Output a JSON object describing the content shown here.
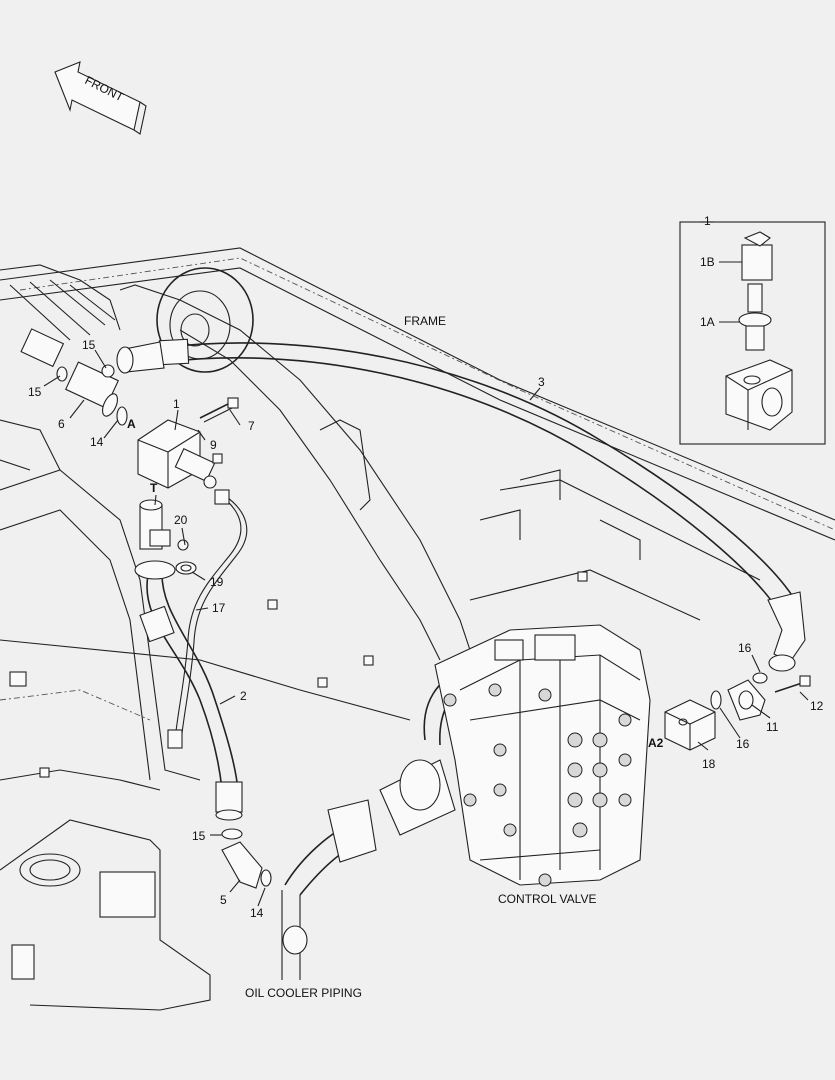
{
  "diagram": {
    "front_label": "FRONT",
    "captions": {
      "frame": "FRAME",
      "control_valve": "CONTROL VALVE",
      "oil_cooler_piping": "OIL COOLER PIPING"
    },
    "view_markers": {
      "a": "A",
      "a2": "A2",
      "t": "T"
    },
    "inset": {
      "title": "1",
      "part_1b": "1B",
      "part_1a": "1A"
    },
    "callouts": {
      "c1": "1",
      "c2": "2",
      "c3": "3",
      "c5": "5",
      "c6": "6",
      "c7": "7",
      "c9": "9",
      "c11": "11",
      "c12": "12",
      "c14a": "14",
      "c14b": "14",
      "c15a": "15",
      "c15b": "15",
      "c15c": "15",
      "c16a": "16",
      "c16b": "16",
      "c17": "17",
      "c18": "18",
      "c19": "19",
      "c20": "20"
    }
  }
}
